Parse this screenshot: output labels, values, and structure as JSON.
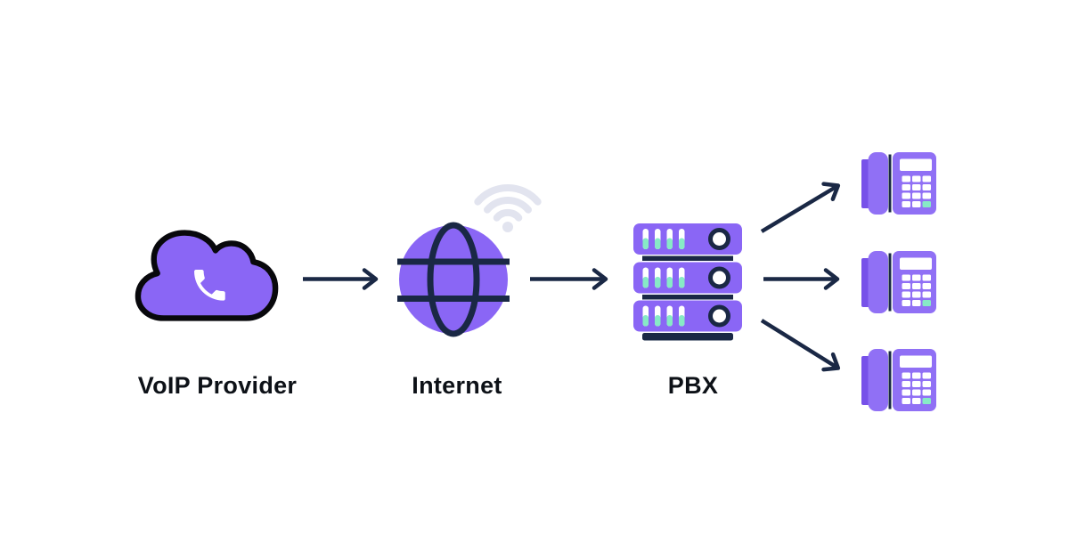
{
  "diagram": {
    "nodes": {
      "voip": {
        "label": "VoIP Provider",
        "icon": "cloud-with-phone"
      },
      "internet": {
        "label": "Internet",
        "icon": "globe",
        "secondary_icon": "wifi"
      },
      "pbx": {
        "label": "PBX",
        "icon": "server-stack",
        "server_units": 3
      },
      "phones": {
        "label": "",
        "icon": "desk-phone",
        "count": 3
      }
    },
    "connections": [
      {
        "from": "voip",
        "to": "internet"
      },
      {
        "from": "internet",
        "to": "pbx"
      },
      {
        "from": "pbx",
        "to": "phone-1"
      },
      {
        "from": "pbx",
        "to": "phone-2"
      },
      {
        "from": "pbx",
        "to": "phone-3"
      }
    ]
  },
  "colors": {
    "purple": "#8A66F5",
    "purple_phone": "#9070F5",
    "purple_deep": "#7751E9",
    "navy": "#1A2845",
    "ink": "#0D1117",
    "mint": "#87EAC6",
    "wifi_gray": "#E2E4EF",
    "outline_black": "#08080C",
    "white": "#FFFFFF"
  }
}
